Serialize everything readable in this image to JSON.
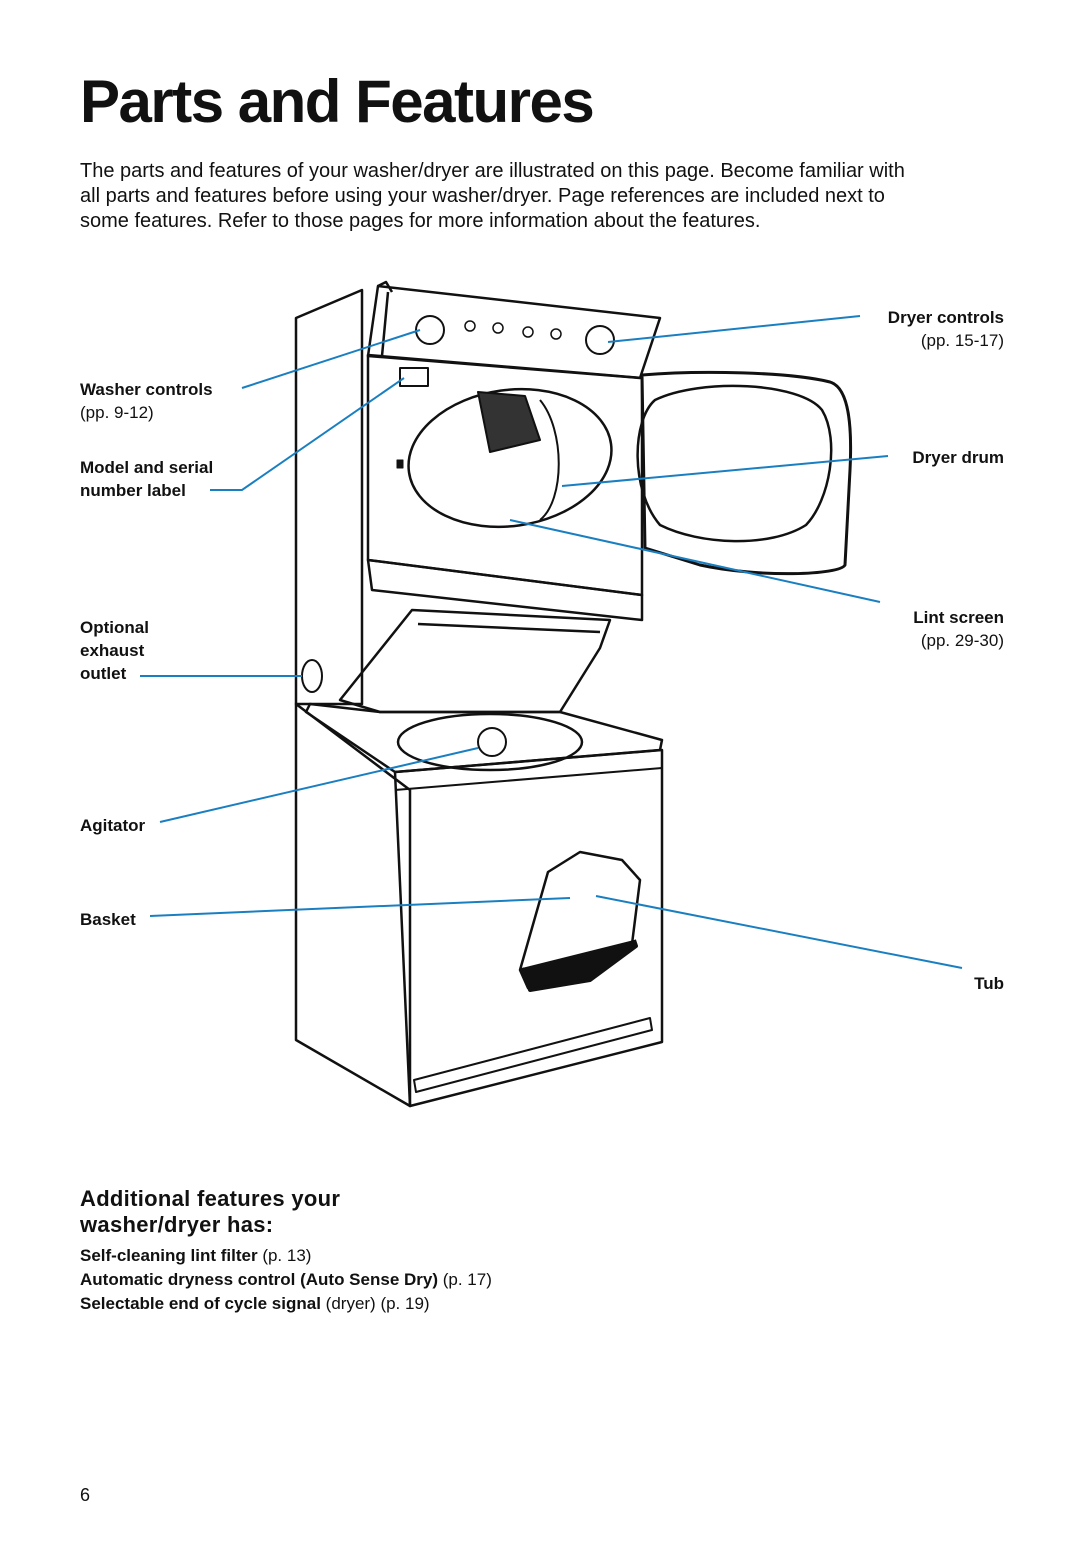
{
  "page": {
    "title": "Parts and Features",
    "intro_lines": [
      "The parts and features of your washer/dryer are illustrated on this page. Become familiar with",
      "all parts and features before using your washer/dryer. Page references are included next to",
      "some features. Refer to those pages for more information about the features."
    ],
    "page_number": "6"
  },
  "callouts": {
    "washer_controls": {
      "label": "Washer controls",
      "pages": "(pp. 9-12)"
    },
    "model_serial": {
      "line1": "Model and serial",
      "line2": "number label"
    },
    "optional_exhaust": {
      "line1": "Optional",
      "line2": "exhaust",
      "line3": "outlet"
    },
    "agitator": {
      "label": "Agitator"
    },
    "basket": {
      "label": "Basket"
    },
    "dryer_controls": {
      "label": "Dryer controls",
      "pages": "(pp. 15-17)"
    },
    "dryer_drum": {
      "label": "Dryer drum"
    },
    "lint_screen": {
      "label": "Lint screen",
      "pages": "(pp. 29-30)"
    },
    "tub": {
      "label": "Tub"
    }
  },
  "additional": {
    "heading_line1": "Additional features your",
    "heading_line2": "washer/dryer has:",
    "items": [
      {
        "bold": "Self-cleaning lint filter",
        "rest": " (p. 13)"
      },
      {
        "bold": "Automatic dryness control (Auto Sense Dry)",
        "rest": " (p. 17)"
      },
      {
        "bold": "Selectable end of cycle signal",
        "rest": " (dryer) (p. 19)"
      }
    ]
  },
  "colors": {
    "leader_line": "#1a7fc1",
    "outline": "#111111"
  }
}
